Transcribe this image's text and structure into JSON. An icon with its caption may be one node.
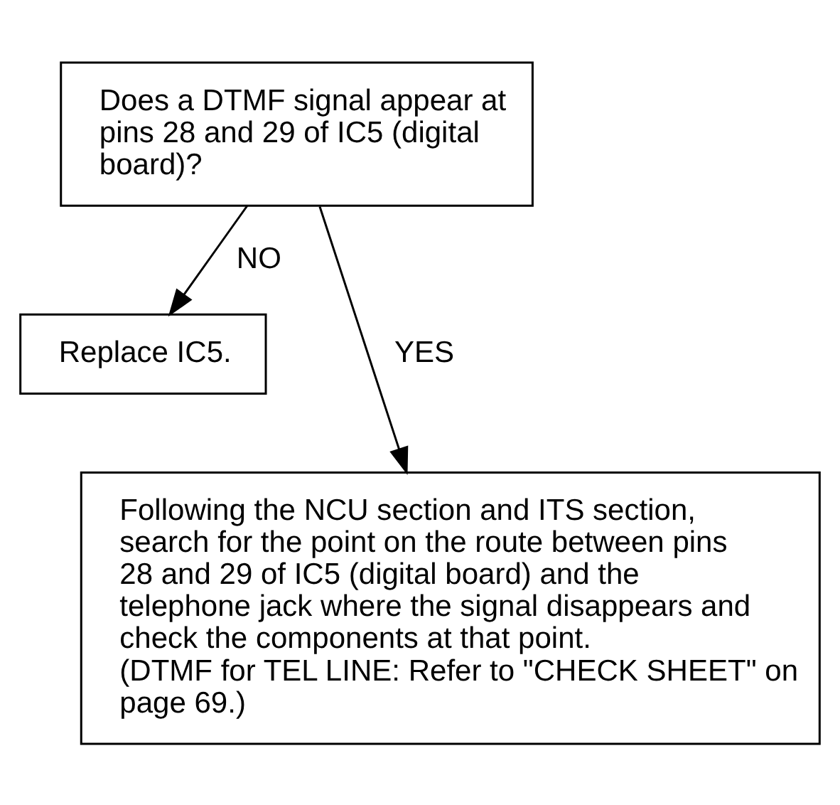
{
  "diagram": {
    "nodes": [
      {
        "text": [
          "Does a DTMF signal appear at pins 28 and 29 of IC5 (digital board)?"
        ]
      },
      {
        "text": [
          "Replace IC5."
        ]
      },
      {
        "text": [
          "Following the NCU section and ITS section, search for the point on the route between pins 28 and 29 of IC5 (digital board) and the telephone jack where the signal disappears and check the components at that point.",
          "(DTMF for TEL LINE: Refer to \"CHECK SHEET\" on page 69.)"
        ]
      }
    ],
    "edges": [
      {
        "from": 0,
        "to": 2,
        "arrow": "to",
        "label": "YES"
      },
      {
        "from": 0,
        "to": 1,
        "arrow": "to",
        "label": "NO"
      }
    ]
  }
}
